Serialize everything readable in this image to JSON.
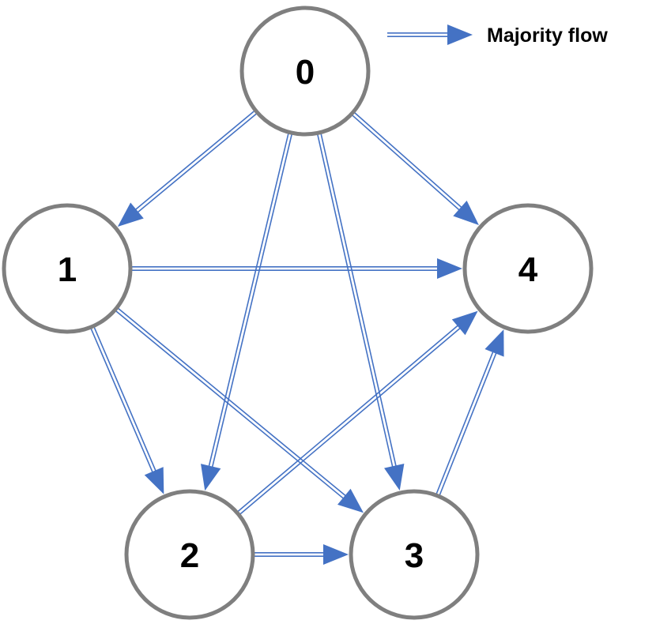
{
  "colors": {
    "node_stroke": "#7f7f7f",
    "node_fill": "#ffffff",
    "edge": "#4472c4",
    "label": "#000000"
  },
  "legend": {
    "label": "Majority flow",
    "icon": "double-arrow-icon"
  },
  "nodes": [
    {
      "id": "0",
      "label": "0"
    },
    {
      "id": "1",
      "label": "1"
    },
    {
      "id": "2",
      "label": "2"
    },
    {
      "id": "3",
      "label": "3"
    },
    {
      "id": "4",
      "label": "4"
    }
  ],
  "edges": [
    {
      "from": "0",
      "to": "1"
    },
    {
      "from": "0",
      "to": "2"
    },
    {
      "from": "0",
      "to": "3"
    },
    {
      "from": "0",
      "to": "4"
    },
    {
      "from": "1",
      "to": "2"
    },
    {
      "from": "1",
      "to": "3"
    },
    {
      "from": "1",
      "to": "4"
    },
    {
      "from": "2",
      "to": "3"
    },
    {
      "from": "2",
      "to": "4"
    },
    {
      "from": "3",
      "to": "4"
    }
  ]
}
